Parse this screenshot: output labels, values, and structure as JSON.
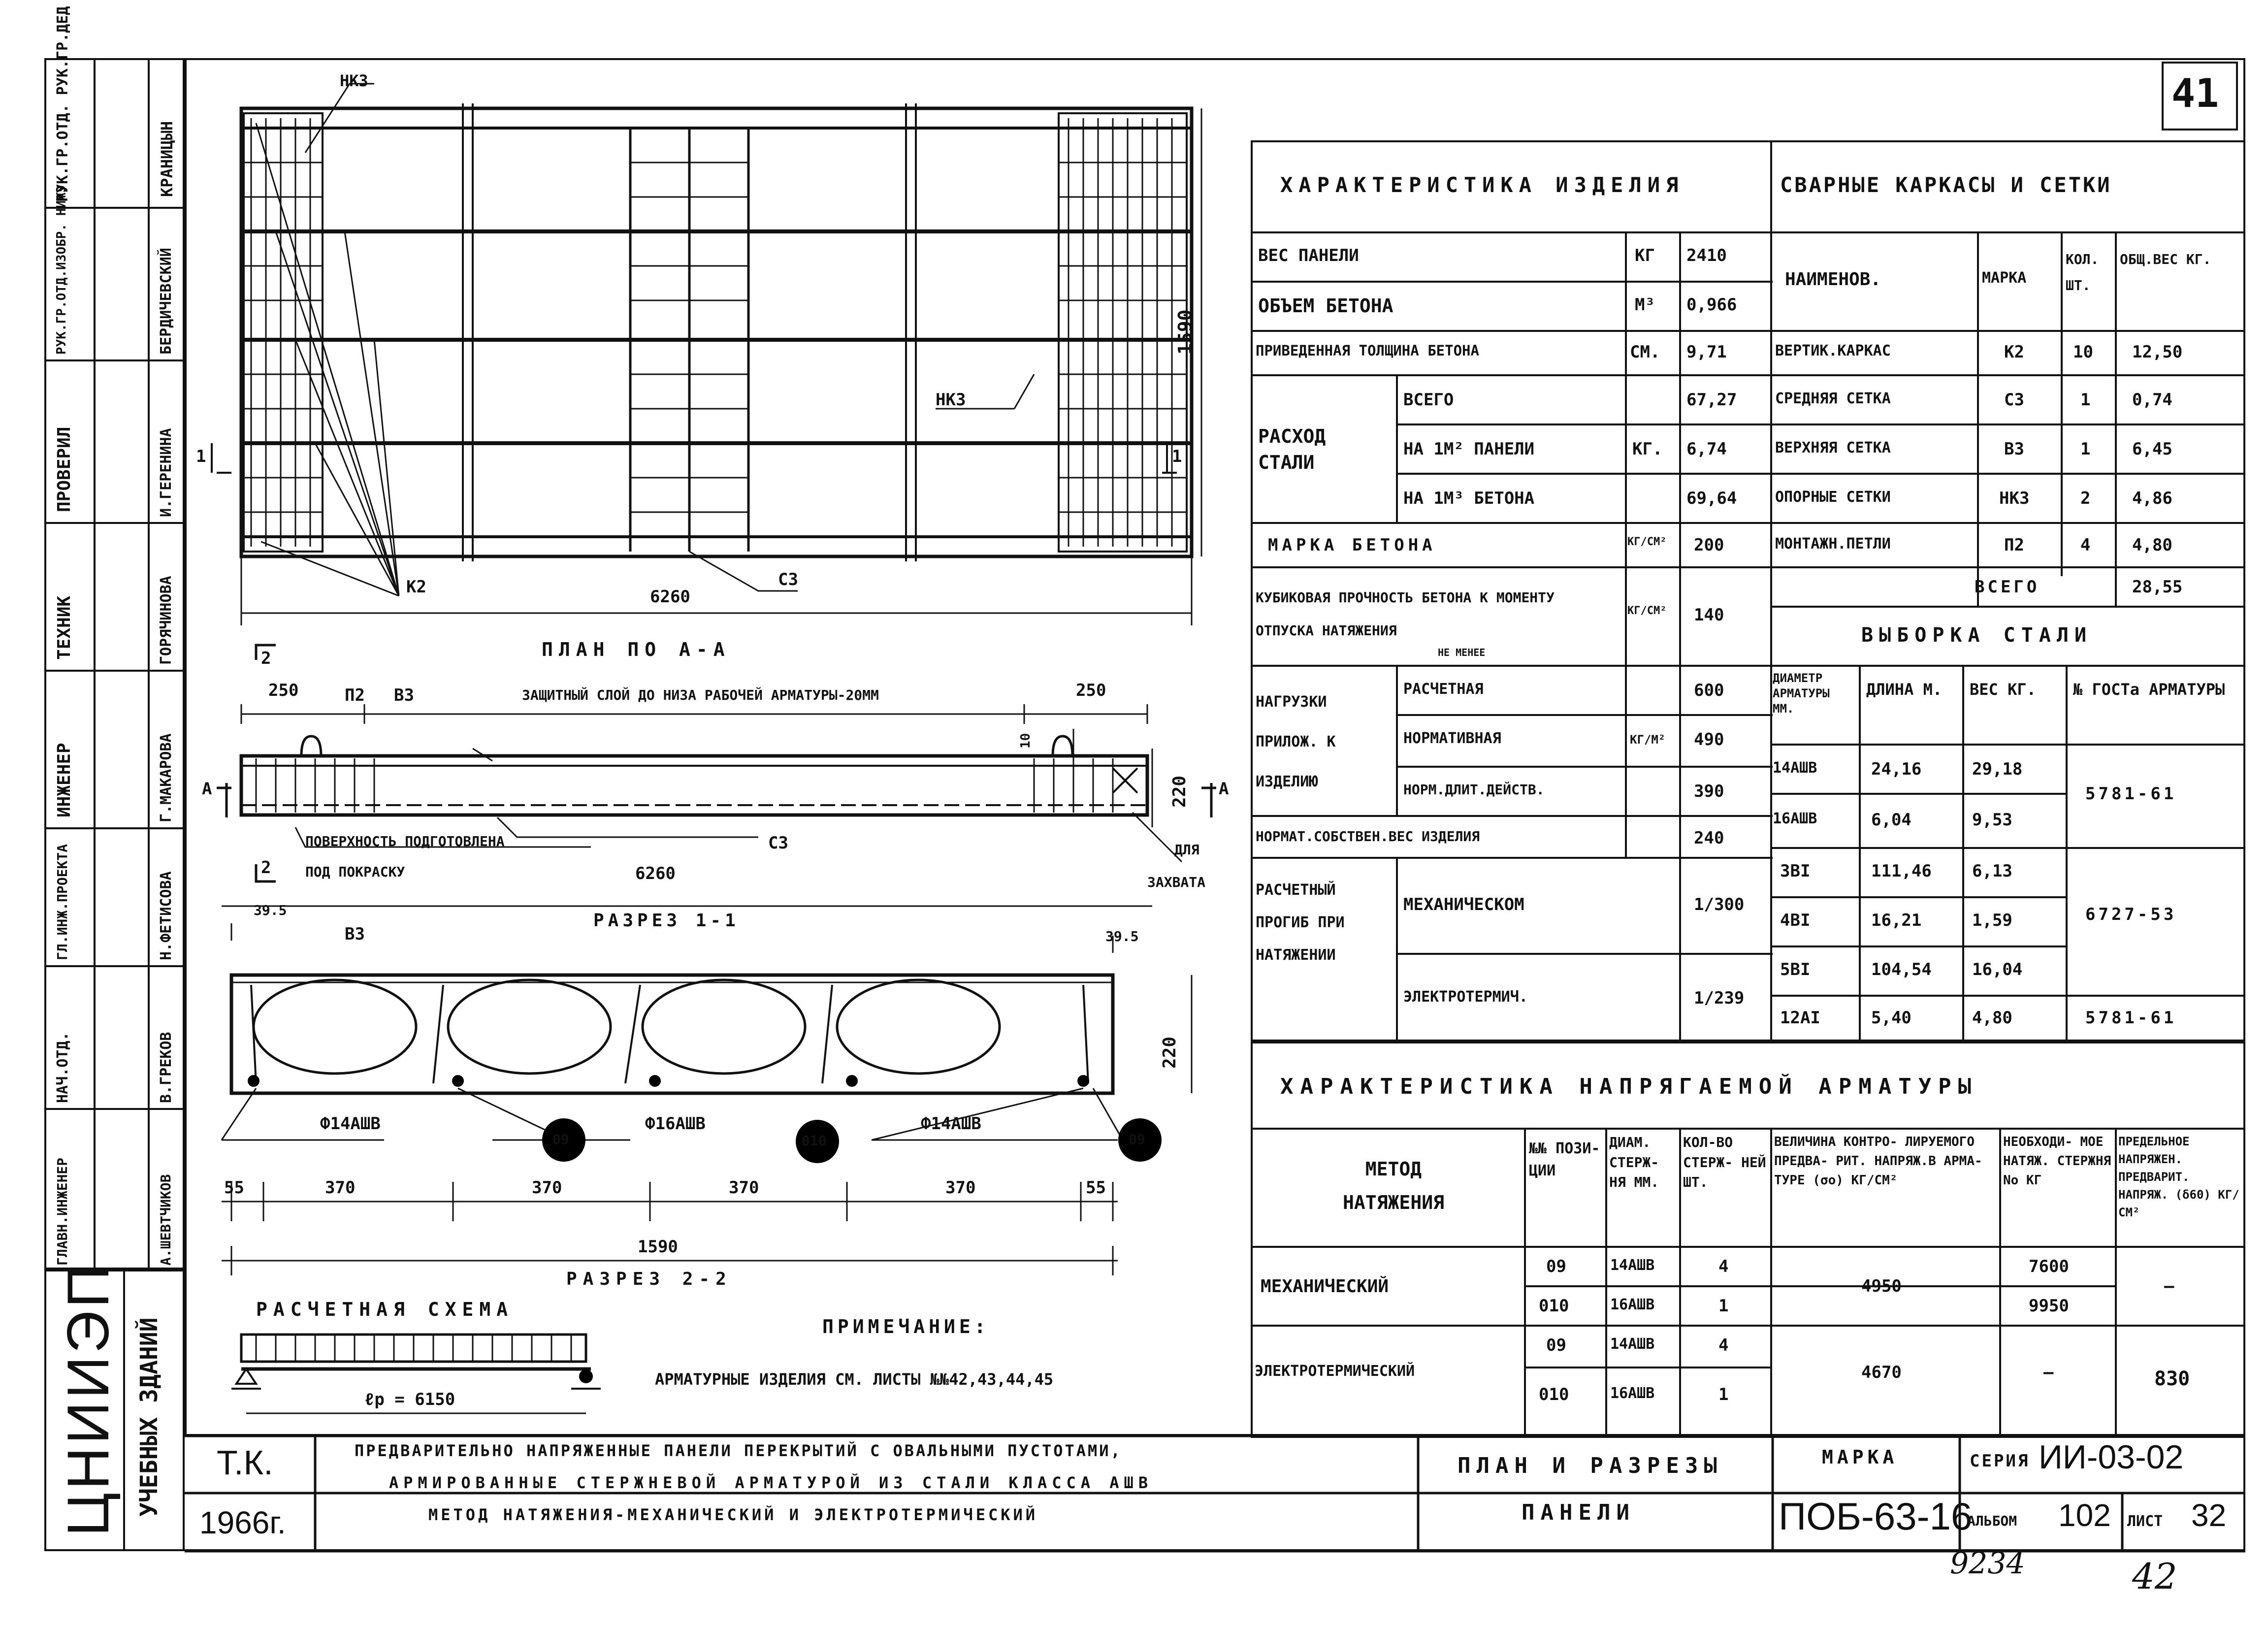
{
  "sheet": {
    "sheet_number": "41",
    "handwritten_numbers": [
      "9234",
      "42"
    ]
  },
  "left_stamp": {
    "org": "ЦНИИЭП",
    "org_sub": "УЧЕБНЫХ ЗДАНИЙ",
    "rows": [
      {
        "role": "РУК.ГР.ОТД. РУК.ГР.ДЕД НИИЖЭ",
        "name": "КРАНИЦЫН"
      },
      {
        "role": "РУК.ГР.ОТД.ИЗОБР. НИЖЭ",
        "name": "БЕРДИЧЕВСКИЙ"
      },
      {
        "role": "ПРОВЕРИЛ",
        "name": "И.ГЕРЕНИНА"
      },
      {
        "role": "ТЕХНИК",
        "name": "ГОРЯЧИНОВА"
      },
      {
        "role": "ИНЖЕНЕР",
        "name": "Г.МАКАРОВА"
      },
      {
        "role": "ГЛ.ИНЖ.ПРОЕКТА",
        "name": "Н.ФЕТИСОВА"
      },
      {
        "role": "НАЧ.ОТД.",
        "name": "В.ГРЕКОВ"
      },
      {
        "role": "ГЛАВН.ИНЖЕНЕР",
        "name": "А.ШЕВТЧИКОВ"
      }
    ]
  },
  "plan": {
    "title": "ПЛАН ПО А-А",
    "labels": {
      "nk3_top": "НК3",
      "nk3_right": "НК3",
      "k2": "К2",
      "c3": "С3",
      "section_mark_left": "1",
      "section_mark_right": "1"
    },
    "dim_length": "6260",
    "dim_height": "1590"
  },
  "section_1": {
    "title": "РАЗРЕЗ 1-1",
    "marker_top": "2",
    "marker_bottom": "2",
    "dim_left": "250",
    "dim_right": "250",
    "dim_length": "6260",
    "dim_height": "220",
    "dim_small": "10",
    "labels": {
      "p2": "П2",
      "v3": "В3",
      "protective": "ЗАЩИТНЫЙ СЛОЙ ДО НИЗА РАБОЧЕЙ АРМАТУРЫ-20ММ",
      "surface1": "ПОВЕРХНОСТЬ ПОДГОТОВЛЕНА",
      "surface2": "ПОД ПОКРАСКУ",
      "c3": "С3",
      "grip1": "ДЛЯ",
      "grip2": "ЗАХВАТА",
      "mark_a_left": "А",
      "mark_a_right": "А"
    }
  },
  "section_2": {
    "title": "РАЗРЕЗ 2-2",
    "dim_top_left": "39.5",
    "dim_top_right": "39.5",
    "label_v3": "В3",
    "dim_height": "220",
    "bars": [
      "Ф14АШВ",
      "Ф16АШВ",
      "Ф14АШВ"
    ],
    "circles": [
      "09",
      "010",
      "09"
    ],
    "dims": [
      "55",
      "370",
      "370",
      "370",
      "370",
      "55"
    ],
    "total": "1590"
  },
  "scheme": {
    "title": "РАСЧЕТНАЯ СХЕМА",
    "span": "ℓр = 6150"
  },
  "note": {
    "title": "ПРИМЕЧАНИЕ:",
    "text": "АРМАТУРНЫЕ ИЗДЕЛИЯ СМ. ЛИСТЫ №№42,43,44,45"
  },
  "product_table": {
    "title": "ХАРАКТЕРИСТИКА ИЗДЕЛИЯ",
    "rows": [
      {
        "a": "ВЕС ПАНЕЛИ",
        "u": "КГ",
        "v": "2410"
      },
      {
        "a": "ОБЪЕМ БЕТОНА",
        "u": "М³",
        "v": "0,966"
      },
      {
        "a": "ПРИВЕДЕННАЯ ТОЛЩИНА БЕТОНА",
        "u": "СМ.",
        "v": "9,71"
      },
      {
        "a": "РАСХОД СТАЛИ",
        "b": "ВСЕГО",
        "u": "КГ.",
        "v": "67,27"
      },
      {
        "b": "НА 1М² ПАНЕЛИ",
        "v": "6,74"
      },
      {
        "b": "НА 1М³ БЕТОНА",
        "v": "69,64"
      },
      {
        "a": "МАРКА БЕТОНА",
        "u": "КГ/СМ²",
        "v": "200"
      },
      {
        "a": "КУБИКОВАЯ ПРОЧНОСТЬ БЕТОНА К МОМЕНТУ ОТПУСКА НАТЯЖЕНИЯ",
        "n": "НЕ МЕНЕЕ",
        "u": "КГ/СМ²",
        "v": "140"
      },
      {
        "a": "НАГРУЗКИ ПРИЛОЖ. К ИЗДЕЛИЮ",
        "b": "РАСЧЕТНАЯ",
        "u": "КГ/М²",
        "v": "600"
      },
      {
        "b": "НОРМАТИВНАЯ",
        "v": "490"
      },
      {
        "b": "НОРМ.ДЛИТ.ДЕЙСТВ.",
        "v": "390"
      },
      {
        "a": "НОРМАТ.СОБСТВЕН.ВЕС ИЗДЕЛИЯ",
        "v": "240"
      },
      {
        "a": "РАСЧЕТНЫЙ ПРОГИБ ПРИ НАТЯЖЕНИИ",
        "b": "МЕХАНИЧЕСКОМ",
        "v": "1/300"
      },
      {
        "b": "ЭЛЕКТРОТЕРМИЧ.",
        "v": "1/239"
      }
    ]
  },
  "welded_table": {
    "title": "СВАРНЫЕ КАРКАСЫ И СЕТКИ",
    "headers": [
      "НАИМЕНОВ.",
      "МАРКА",
      "КОЛ. ШТ.",
      "ОБЩ.ВЕС КГ."
    ],
    "rows": [
      [
        "ВЕРТИК.КАРКАС",
        "К2",
        "10",
        "12,50"
      ],
      [
        "СРЕДНЯЯ СЕТКА",
        "С3",
        "1",
        "0,74"
      ],
      [
        "ВЕРХНЯЯ СЕТКА",
        "В3",
        "1",
        "6,45"
      ],
      [
        "ОПОРНЫЕ СЕТКИ",
        "НК3",
        "2",
        "4,86"
      ],
      [
        "МОНТАЖН.ПЕТЛИ",
        "П2",
        "4",
        "4,80"
      ]
    ],
    "total_label": "ВСЕГО",
    "total_value": "28,55"
  },
  "steel_table": {
    "title": "ВЫБОРКА СТАЛИ",
    "headers": [
      "ДИАМЕТР АРМАТУРЫ ММ.",
      "ДЛИНА М.",
      "ВЕС КГ.",
      "№ ГОСТа АРМАТУРЫ"
    ],
    "rows": [
      [
        "14АШВ",
        "24,16",
        "29,18",
        "5781-61"
      ],
      [
        "16АШВ",
        "6,04",
        "9,53",
        ""
      ],
      [
        "3ВI",
        "111,46",
        "6,13",
        "6727-53"
      ],
      [
        "4ВI",
        "16,21",
        "1,59",
        ""
      ],
      [
        "5ВI",
        "104,54",
        "16,04",
        ""
      ],
      [
        "12АI",
        "5,40",
        "4,80",
        "5781-61"
      ]
    ]
  },
  "tension_table": {
    "title": "ХАРАКТЕРИСТИКА НАПРЯГАЕМОЙ АРМАТУРЫ",
    "headers": [
      "МЕТОД НАТЯЖЕНИЯ",
      "№№ ПОЗИ- ЦИИ",
      "ДИАМ. СТЕРЖ- НЯ ММ.",
      "КОЛ-ВО СТЕРЖ- НЕЙ ШТ.",
      "ВЕЛИЧИНА КОНТРО- ЛИРУЕМОГО ПРЕДВА- РИТ. НАПРЯЖ.В АРМА- ТУРЕ (σо) КГ/СМ²",
      "НЕОБХОДИ- МОЕ НАТЯЖ. СТЕРЖНЯ Nо КГ",
      "ПРЕДЕЛЬНОЕ НАПРЯЖЕН. ПРЕДВАРИТ. НАПРЯЖ. (δ60) КГ/СМ²"
    ],
    "rows": [
      {
        "method": "МЕХАНИЧЕСКИЙ",
        "pos": "09",
        "d": "14АШВ",
        "n": "4",
        "sigma": "4950",
        "N": "7600",
        "lim": "—"
      },
      {
        "pos": "010",
        "d": "16АШВ",
        "n": "1",
        "N": "9950"
      },
      {
        "method": "ЭЛЕКТРОТЕРМИЧЕСКИЙ",
        "pos": "09",
        "d": "14АШВ",
        "n": "4",
        "sigma": "4670",
        "N": "—",
        "lim": "830"
      },
      {
        "pos": "010",
        "d": "16АШВ",
        "n": "1"
      }
    ]
  },
  "title_block": {
    "tk": "Т.К.",
    "year": "1966г.",
    "desc1": "ПРЕДВАРИТЕЛЬНО НАПРЯЖЕННЫЕ ПАНЕЛИ ПЕРЕКРЫТИЙ С ОВАЛЬНЫМИ ПУСТОТАМИ,",
    "desc2": "АРМИРОВАННЫЕ СТЕРЖНЕВОЙ АРМАТУРОЙ ИЗ СТАЛИ КЛАССА АШВ",
    "desc3": "МЕТОД НАТЯЖЕНИЯ-МЕХАНИЧЕСКИЙ И ЭЛЕКТРОТЕРМИЧЕСКИЙ",
    "sheet_title1": "ПЛАН И РАЗРЕЗЫ",
    "sheet_title2": "ПАНЕЛИ",
    "mark_label": "МАРКА",
    "mark": "ПОБ-63-16",
    "series_label": "СЕРИЯ",
    "series": "ИИ-03-02",
    "album_label": "АЛЬБОМ",
    "album": "102",
    "list_label": "ЛИСТ",
    "list": "32"
  }
}
